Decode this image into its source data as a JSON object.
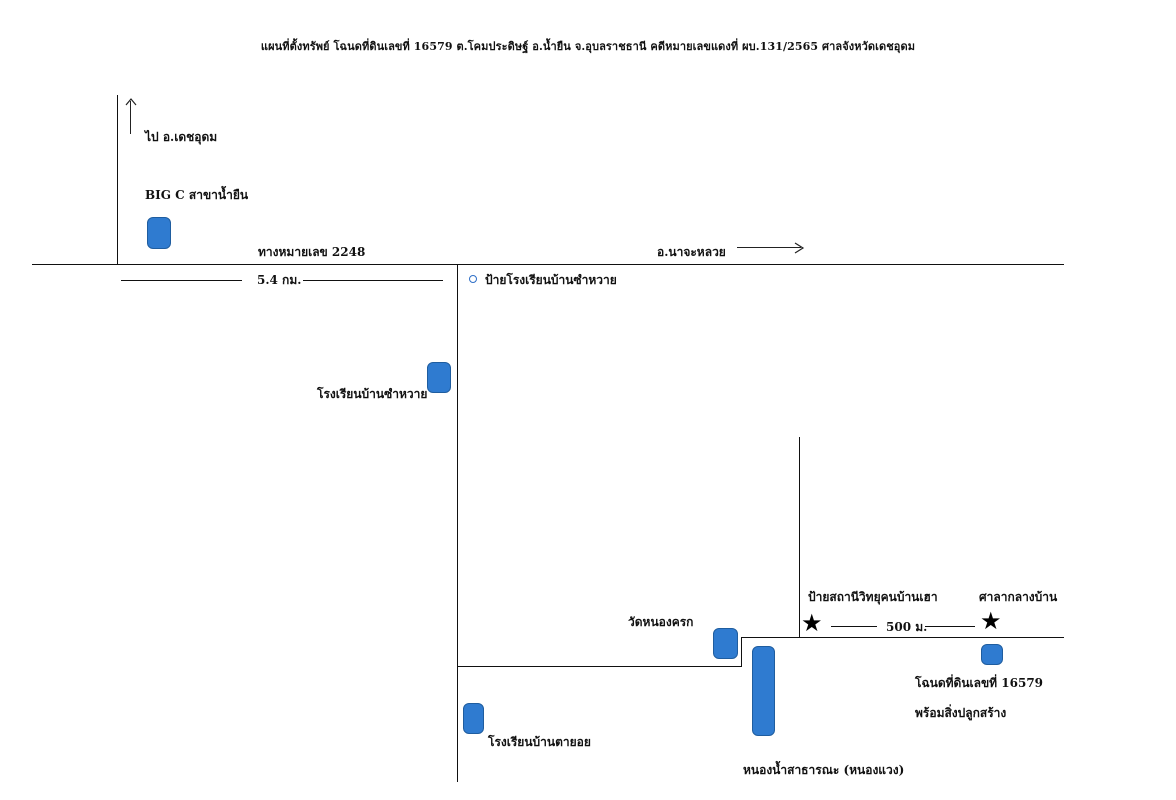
{
  "title": "แผนที่ตั้งทรัพย์ โฉนดที่ดินเลขที่ 16579 ต.โคมประดิษฐ์ อ.น้ำยืน จ.อุบลราชธานี คดีหมายเลขแดงที่ ผบ.131/2565 ศาลจังหวัดเดชอุดม",
  "labels": {
    "to_dechudom": "ไป อ.เดชอุดม",
    "bigc": "BIG C สาขาน้ำยืน",
    "route": "ทางหมายเลข 2248",
    "to_najaluai": "อ.นาจะหลวย",
    "distance_left": "5.4 กม.",
    "school_sign": "ป้ายโรงเรียนบ้านซำหวาย",
    "school_samwai": "โรงเรียนบ้านซำหวาย",
    "wat_nongkhrok": "วัดหนองครก",
    "radio_sign": "ป้ายสถานีวิทยุคนบ้านเฮา",
    "village_hall": "ศาลากลางบ้าน",
    "distance_right": "500 ม.",
    "title_deed": "โฉนดที่ดินเลขที่ 16579",
    "with_building": "พร้อมสิ่งปลูกสร้าง",
    "school_tayoi": "โรงเรียนบ้านตายอย",
    "public_pond": "หนองน้ำสาธารณะ (หนองแวง)"
  },
  "icons": {
    "north_arrow": "arrow-up-icon",
    "east_arrow": "arrow-right-icon",
    "place_marker": "place-marker-icon",
    "star_marker": "star-icon",
    "sign_circle": "circle-icon"
  },
  "colors": {
    "marker_fill": "#2f7bd0",
    "marker_border": "#1f5d9f",
    "line_color": "#111111"
  }
}
